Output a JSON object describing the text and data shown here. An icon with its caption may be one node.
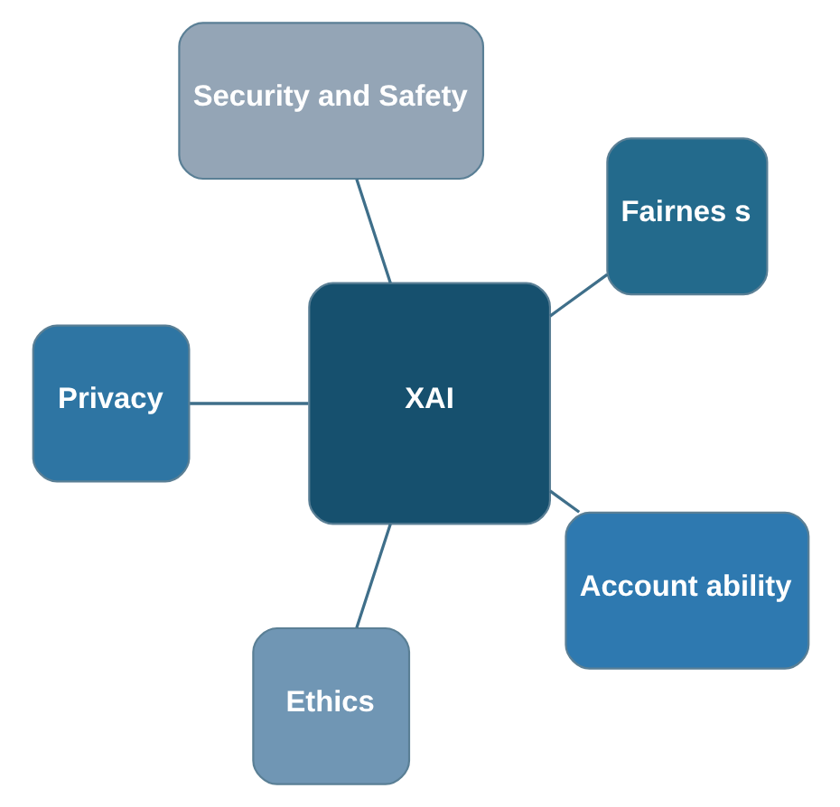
{
  "diagram": {
    "nodes": [
      {
        "text": [
          "Fairnes s"
        ]
      },
      {
        "text": [
          "Security and Safety"
        ]
      },
      {
        "text": [
          "Privacy"
        ]
      },
      {
        "text": [
          "XAI"
        ]
      },
      {
        "text": [
          "Ethics"
        ]
      },
      {
        "text": [
          "Account ability"
        ]
      }
    ],
    "edges": [
      {
        "from": 3,
        "to": 0,
        "arrow": "none"
      },
      {
        "from": 3,
        "to": 2,
        "arrow": "none"
      },
      {
        "from": 3,
        "to": 5,
        "arrow": "none"
      },
      {
        "from": 3,
        "to": 4,
        "arrow": "none"
      },
      {
        "from": 3,
        "to": 1,
        "arrow": "none"
      }
    ]
  }
}
